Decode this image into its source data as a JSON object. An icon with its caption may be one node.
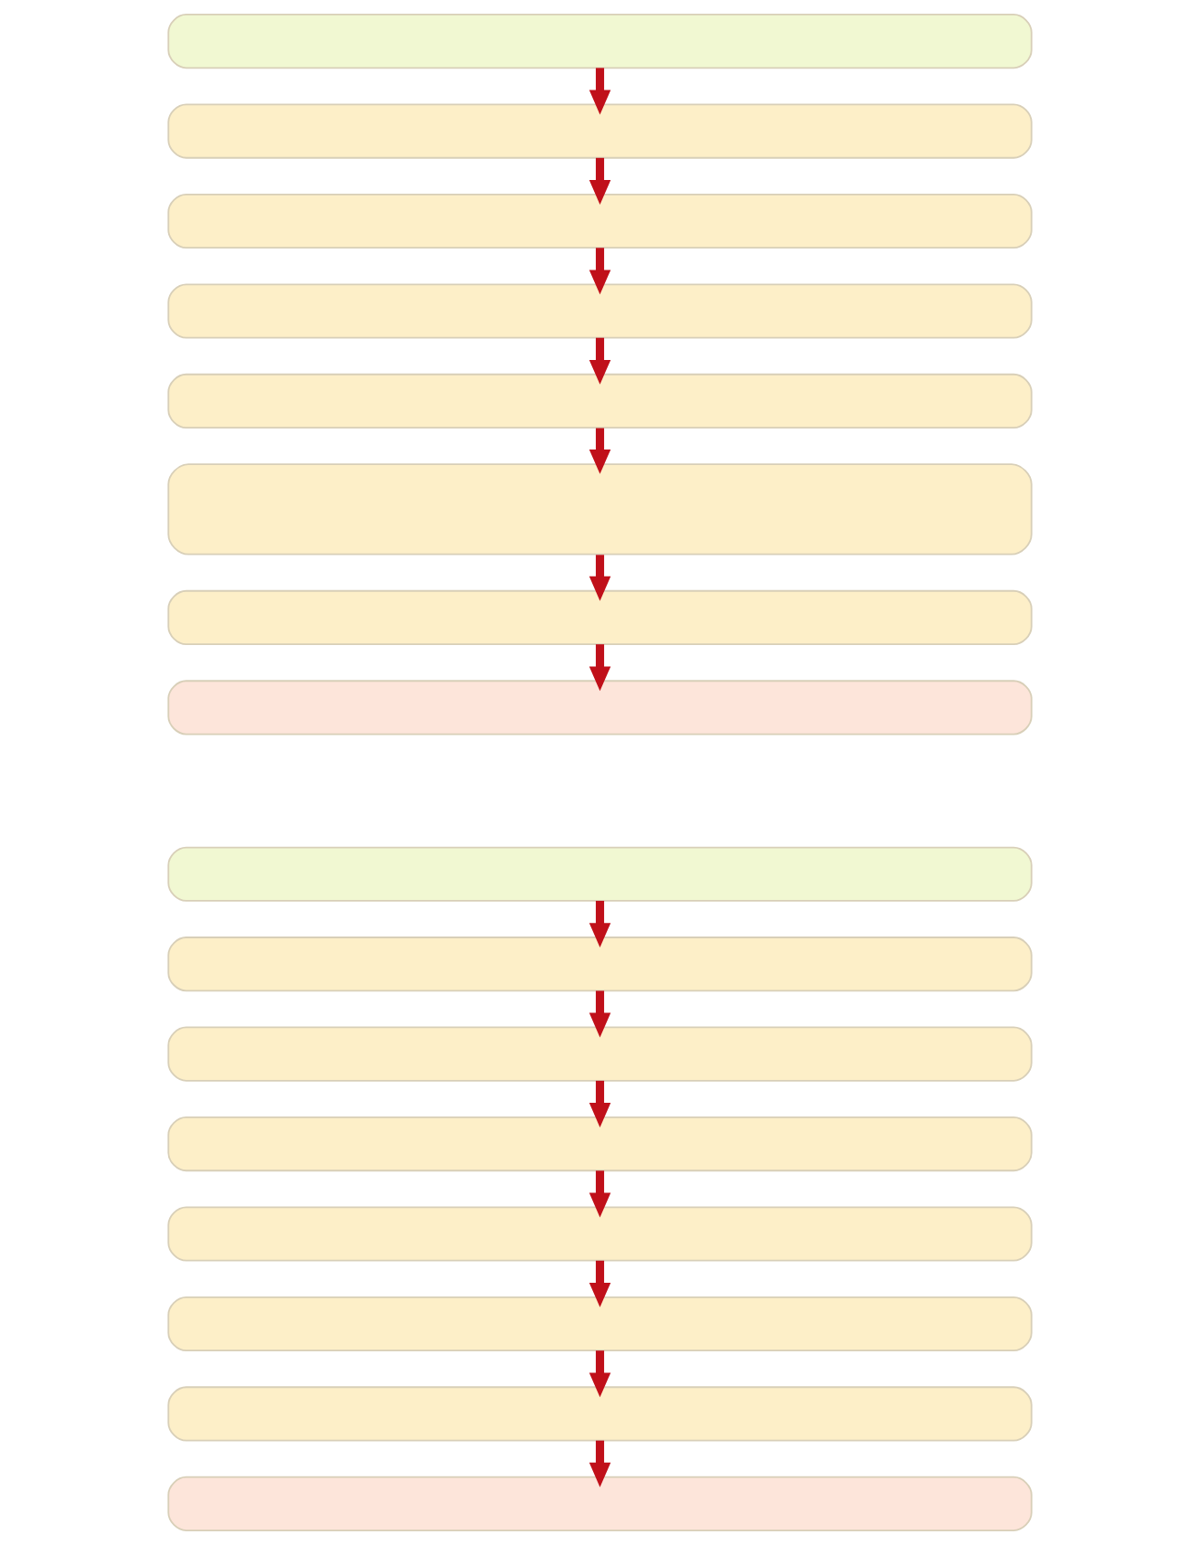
{
  "diagram": {
    "nodes": [
      {
        "text": [],
        "shape": "box"
      },
      {
        "text": [],
        "shape": "box"
      },
      {
        "text": [],
        "shape": "box"
      },
      {
        "text": [],
        "shape": "box"
      },
      {
        "text": [],
        "shape": "box"
      },
      {
        "text": [],
        "shape": "box"
      },
      {
        "text": [],
        "shape": "box"
      },
      {
        "text": [],
        "shape": "box"
      },
      {
        "text": [],
        "shape": "box"
      },
      {
        "text": [],
        "shape": "box"
      },
      {
        "text": [],
        "shape": "box"
      },
      {
        "text": [],
        "shape": "box"
      },
      {
        "text": [],
        "shape": "box"
      },
      {
        "text": [],
        "shape": "box"
      },
      {
        "text": [],
        "shape": "box"
      },
      {
        "text": [],
        "shape": "box"
      }
    ],
    "edges": [
      {
        "from": 0,
        "to": 1,
        "arrow": "to"
      },
      {
        "from": 1,
        "to": 2,
        "arrow": "to"
      },
      {
        "from": 2,
        "to": 3,
        "arrow": "to"
      },
      {
        "from": 3,
        "to": 4,
        "arrow": "to"
      },
      {
        "from": 4,
        "to": 5,
        "arrow": "to"
      },
      {
        "from": 5,
        "to": 6,
        "arrow": "to"
      },
      {
        "from": 6,
        "to": 7,
        "arrow": "to"
      },
      {
        "from": 8,
        "to": 9,
        "arrow": "to"
      },
      {
        "from": 9,
        "to": 10,
        "arrow": "to"
      },
      {
        "from": 10,
        "to": 11,
        "arrow": "to"
      },
      {
        "from": 11,
        "to": 12,
        "arrow": "to"
      },
      {
        "from": 12,
        "to": 13,
        "arrow": "to"
      },
      {
        "from": 13,
        "to": 14,
        "arrow": "to"
      },
      {
        "from": 14,
        "to": 15,
        "arrow": "to"
      }
    ]
  }
}
